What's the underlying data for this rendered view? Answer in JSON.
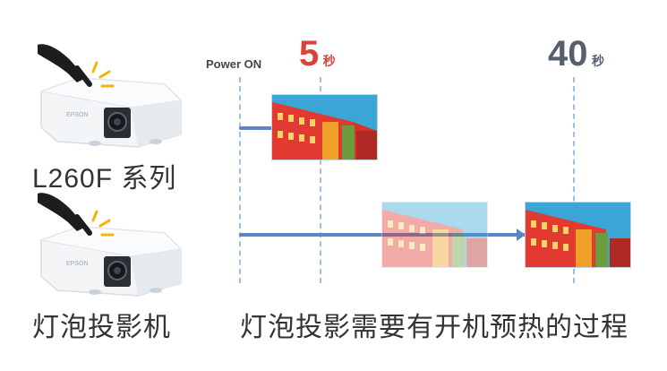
{
  "rows": [
    {
      "caption": "L260F 系列"
    },
    {
      "caption": "灯泡投影机"
    }
  ],
  "timeline": {
    "start_label": "Power ON",
    "marks": [
      {
        "value": "5",
        "unit": "秒",
        "color": "#d9433a"
      },
      {
        "value": "40",
        "unit": "秒",
        "color": "#555f6e"
      }
    ]
  },
  "bottom_caption": "灯泡投影需要有开机预热的过程",
  "colors": {
    "track": "#5a86c6",
    "dashed_line": "#9fbfe0",
    "projector_body": "#f2f4f6",
    "highlight": "#f5b400"
  }
}
